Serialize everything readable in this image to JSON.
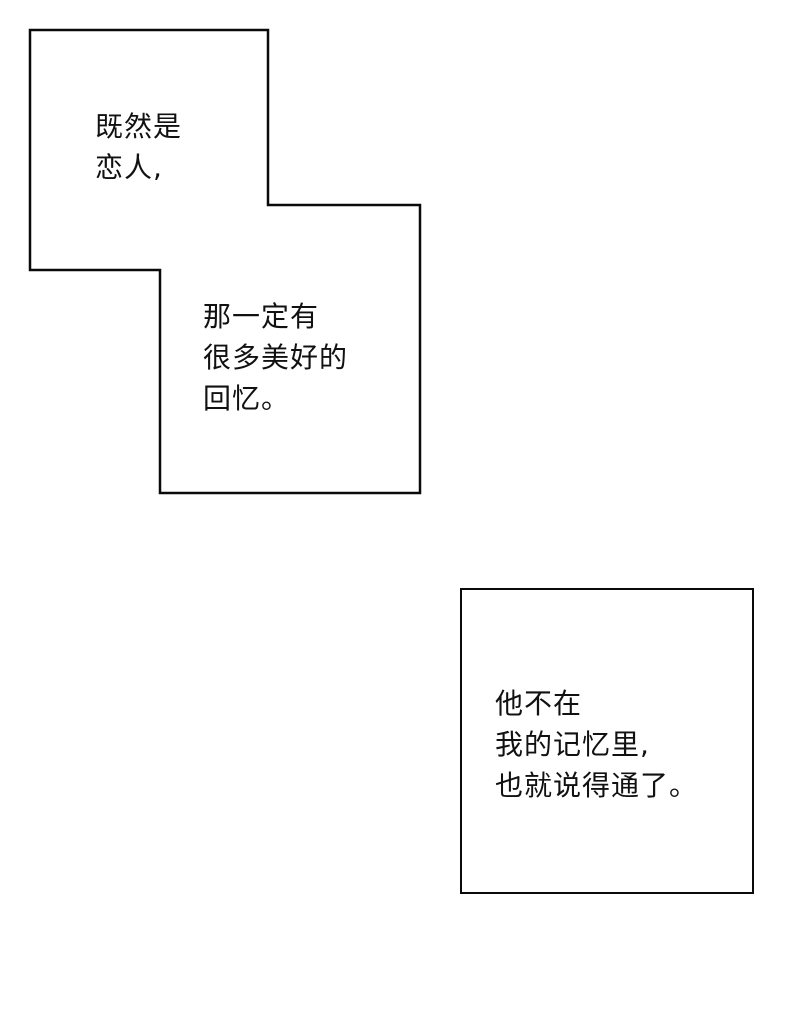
{
  "comic": {
    "bubble1": {
      "text_top": "既然是\n恋人,",
      "text_bottom": "那一定有\n很多美好的\n回忆。"
    },
    "bubble2": {
      "text": "他不在\n我的记忆里,\n也就说得通了。"
    }
  },
  "colors": {
    "page_background": "#ffffff",
    "bubble_fill": "#ffffff",
    "bubble_border": "#0a0a0a",
    "text": "#111111"
  }
}
